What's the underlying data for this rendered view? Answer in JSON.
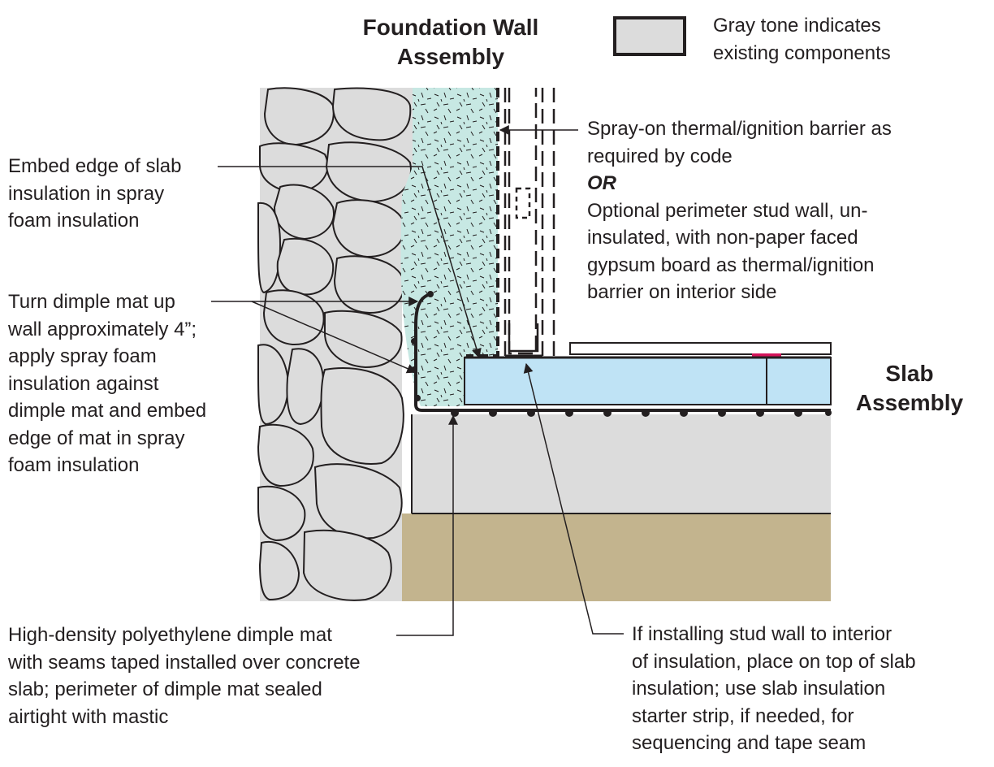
{
  "titles": {
    "foundation_wall": [
      "Foundation Wall",
      "Assembly"
    ],
    "slab": [
      "Slab",
      "Assembly"
    ]
  },
  "legend": {
    "text": [
      "Gray tone indicates",
      "existing components"
    ],
    "swatch_color": "#dcdcdc"
  },
  "callouts": {
    "spray_barrier": {
      "line1": "Spray-on thermal/ignition barrier as",
      "line2": "required by code",
      "or": "OR",
      "line3": "Optional perimeter stud wall, un-",
      "line4": "insulated, with non-paper faced",
      "line5": "gypsum board as thermal/ignition",
      "line6": "barrier on interior side"
    },
    "embed_slab": [
      "Embed edge of slab",
      "insulation in spray",
      "foam insulation"
    ],
    "dimple_up": [
      "Turn dimple mat up",
      "wall approximately 4”;",
      "apply spray foam",
      "insulation against",
      "dimple mat and embed",
      "edge of mat in spray",
      "foam insulation"
    ],
    "dimple_mat": [
      "High-density polyethylene dimple mat",
      "with seams taped installed over concrete",
      "slab; perimeter of dimple mat sealed",
      "airtight with mastic"
    ],
    "stud_wall": [
      "If installing stud wall to interior",
      "of insulation, place on top of slab",
      "insulation; use slab insulation",
      "starter strip, if needed, for",
      "sequencing and tape seam"
    ]
  },
  "colors": {
    "existing_gray": "#dcdcdc",
    "stone_fill": "#dcdcdc",
    "spray_foam": "#c7e8e3",
    "rigid_insulation": "#bfe3f5",
    "soil": "#c3b48e",
    "tape_seam": "#d4145a",
    "line": "#231f20"
  }
}
